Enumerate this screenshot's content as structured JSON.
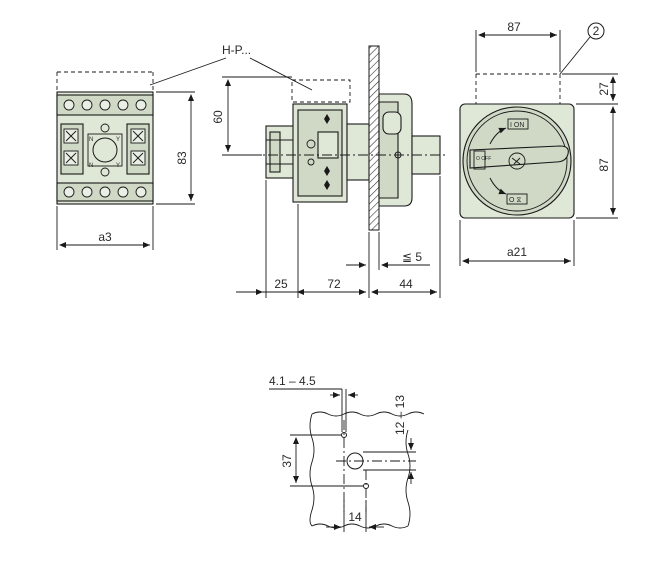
{
  "labels": {
    "hp": "H-P...",
    "callout": "2",
    "front_width": "87",
    "front_top": "27",
    "front_height": "87",
    "front_base": "a21",
    "side_60": "60",
    "side_83": "83",
    "side_a3": "a3",
    "side_25": "25",
    "side_72": "72",
    "side_44": "44",
    "side_le5": "≦ 5",
    "drill_diam": "4.1 – 4.5",
    "drill_12": "12 – 13",
    "drill_37": "37",
    "drill_14": "14"
  },
  "knob": {
    "on": "I ON",
    "off": "O OFF",
    "lock": "O ⧖"
  },
  "colors": {
    "body_fill": "#dfe7d6",
    "body_shade": "#cfd9c6",
    "line": "#1a1a1a"
  }
}
